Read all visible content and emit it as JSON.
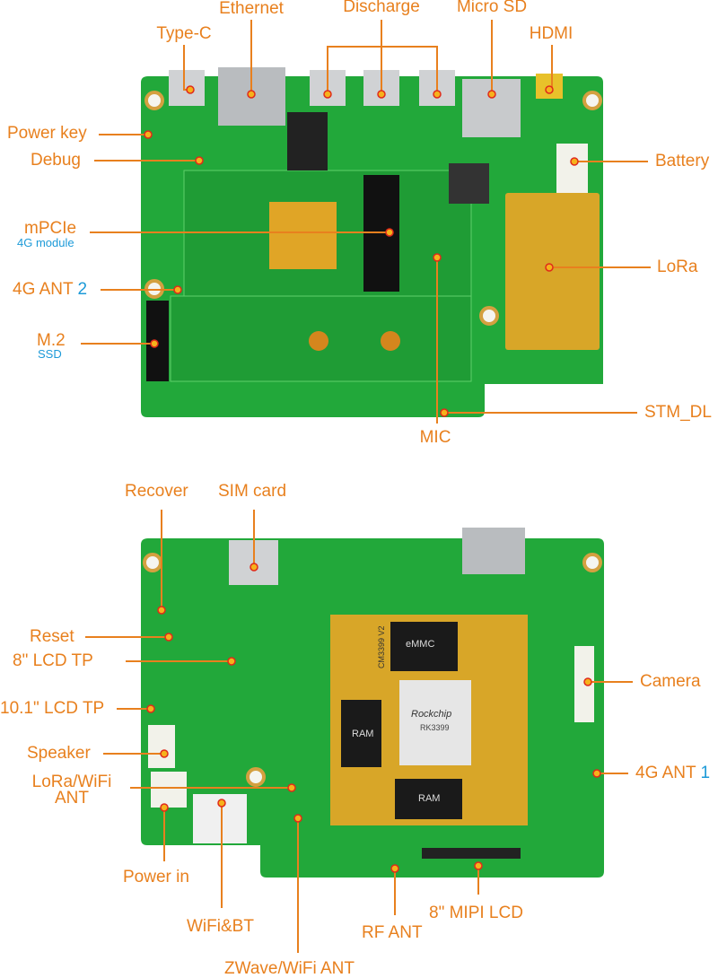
{
  "colors": {
    "label": "#e8801e",
    "sublabel": "#1c9ad8",
    "board": "#22a83a",
    "marker": "#f6b21b"
  },
  "top_board": {
    "labels": {
      "type_c": "Type-C",
      "ethernet": "Ethernet",
      "discharge": "Discharge",
      "micro_sd": "Micro SD",
      "hdmi": "HDMI",
      "power_key": "Power key",
      "debug": "Debug",
      "mpcie": "mPCIe",
      "mpcie_sub": "4G module",
      "ant2": "4G ANT ",
      "ant2_num": "2",
      "m2": "M.2",
      "m2_sub": "SSD",
      "battery": "Battery",
      "lora": "LoRa",
      "stm_dl": "STM_DL",
      "mic": "MIC"
    }
  },
  "bottom_board": {
    "labels": {
      "recover": "Recover",
      "sim": "SIM card",
      "reset": "Reset",
      "lcd8_tp": "8\" LCD TP",
      "lcd10_tp": "10.1\" LCD TP",
      "speaker": "Speaker",
      "lora_wifi_1": "LoRa/WiFi",
      "lora_wifi_2": "ANT",
      "power_in": "Power in",
      "wifi_bt": "WiFi&BT",
      "zwave": "ZWave/WiFi ANT",
      "rf_ant": "RF ANT",
      "mipi": "8\" MIPI LCD",
      "camera": "Camera",
      "ant1": "4G ANT ",
      "ant1_num": "1"
    },
    "chips": {
      "emmc": "eMMC",
      "ram": "RAM",
      "soc_brand": "Rockchip",
      "soc_model": "RK3399",
      "module": "CM3399 V2"
    }
  }
}
